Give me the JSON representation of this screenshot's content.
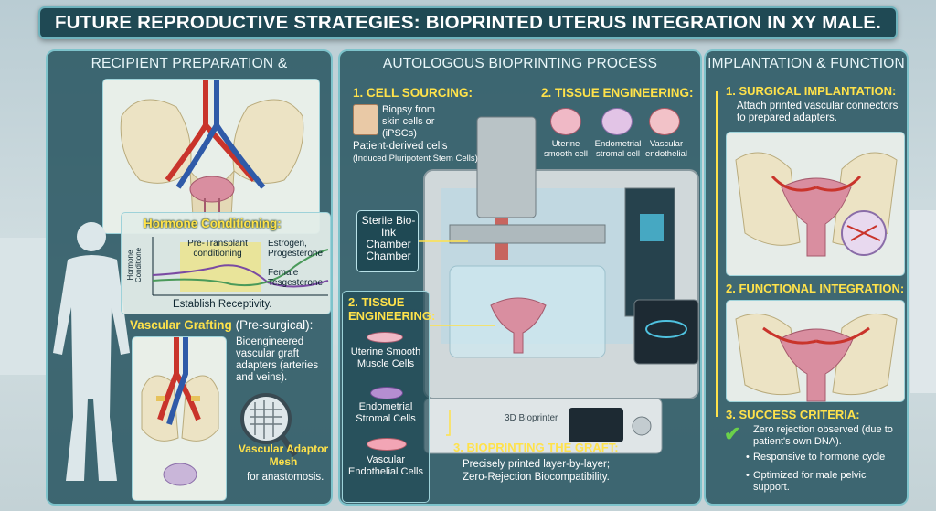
{
  "title": "FUTURE REPRODUCTIVE STRATEGIES: BIOPRINTED UTERUS INTEGRATION IN XY MALE.",
  "left_panel": {
    "heading": "RECIPIENT PREPARATION & ADAPTATION",
    "hormone": {
      "heading": "Hormone Conditioning:",
      "y_label": "Hormone Conditione",
      "pre_label": "Pre-Transplant conditioning",
      "estrogen": "Estrogen, Progesterone",
      "testosterone": "Female Tesgesterone",
      "caption": "Establish Receptivity."
    },
    "vascular": {
      "heading": "Vascular Grafting",
      "heading_suffix": "(Pre-surgical):",
      "desc": "Bioengineered vascular graft adapters (arteries and veins).",
      "mesh_title": "Vascular Adaptor Mesh",
      "mesh_caption": "for anastomosis."
    }
  },
  "mid_panel": {
    "heading": "AUTOLOGOUS BIOPRINTING PROCESS",
    "cell_sourcing": {
      "heading": "1. CELL SOURCING:",
      "biopsy": "Biopsy from skin cells or (iPSCs)",
      "patient": "Patient-derived cells",
      "ipsc": "(Induced Pluripotent Stem Cells)"
    },
    "tissue_top": {
      "heading": "2. TISSUE ENGINEERING:",
      "cells": [
        "Uterine smooth cell",
        "Endometrial stromal cell",
        "Vascular endothelial"
      ]
    },
    "chamber_label": "Sterile Bio-Ink Chamber Chamber",
    "tissue_left": {
      "heading": "2. TISSUE ENGINEERING:",
      "cells": [
        "Uterine Smooth Muscle Cells",
        "Endometrial Stromal Cells",
        "Vascular Endothelial Cells"
      ]
    },
    "printer_label": "3D Bioprinter",
    "printing": {
      "heading": "3. BIOPRINTING THE GRAFT:",
      "line1": "Precisely printed layer-by-layer;",
      "line2": "Zero-Rejection Biocompatibility."
    }
  },
  "right_panel": {
    "heading": "IMPLANTATION & FUNCTION",
    "surgical": {
      "heading": "1. SURGICAL IMPLANTATION:",
      "desc": "Attach printed vascular connectors to prepared adapters."
    },
    "functional": {
      "heading": "2. FUNCTIONAL INTEGRATION:"
    },
    "success": {
      "heading": "3. SUCCESS CRITERIA:",
      "items": [
        "Zero rejection observed (due to patient's own DNA).",
        "Responsive to hormone cycle",
        "Optimized for male pelvic support."
      ]
    }
  },
  "colors": {
    "panel": "#27545f",
    "accent_yellow": "#ffe24a",
    "border": "#7ec3cb",
    "uterus": "#d98ea0",
    "artery": "#c9342b",
    "vein": "#2f5aa8"
  }
}
